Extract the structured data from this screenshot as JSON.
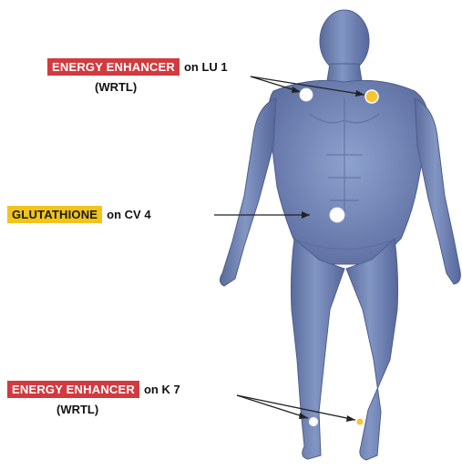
{
  "callouts": [
    {
      "product": "ENERGY ENHANCER",
      "connector": "on LU 1",
      "note": "(WRTL)"
    },
    {
      "product": "GLUTATHIONE",
      "connector": "on CV 4"
    },
    {
      "product": "ENERGY ENHANCER",
      "connector": "on K 7",
      "note": "(WRTL)"
    }
  ],
  "colors": {
    "body": "#7183b0",
    "product_red": "#d23a3f",
    "product_yellow": "#f2c41a",
    "point_white": "#ffffff",
    "point_yellow": "#f5c532"
  }
}
